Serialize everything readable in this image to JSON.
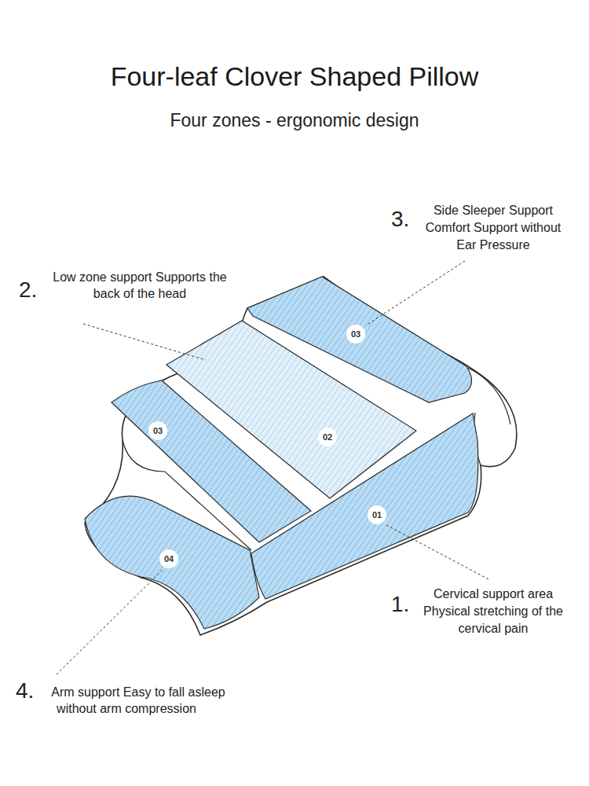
{
  "diagram": {
    "title": "Four-leaf Clover Shaped Pillow",
    "nodes": [
      {
        "text": [
          "03"
        ]
      },
      {
        "text": [
          "02"
        ]
      },
      {
        "text": [
          "03"
        ]
      },
      {
        "text": [
          "01"
        ]
      },
      {
        "text": [
          "04"
        ]
      }
    ],
    "labels": [
      "Four zones - ergonomic design",
      "3.",
      "Side Sleeper Support Comfort Support without Ear Pressure",
      "2.",
      "Low zone support Supports the back of the head",
      "1.",
      "Cervical support area Physical stretching of the cervical pain",
      "4.",
      "Arm support Easy to fall asleep without arm compression"
    ]
  }
}
